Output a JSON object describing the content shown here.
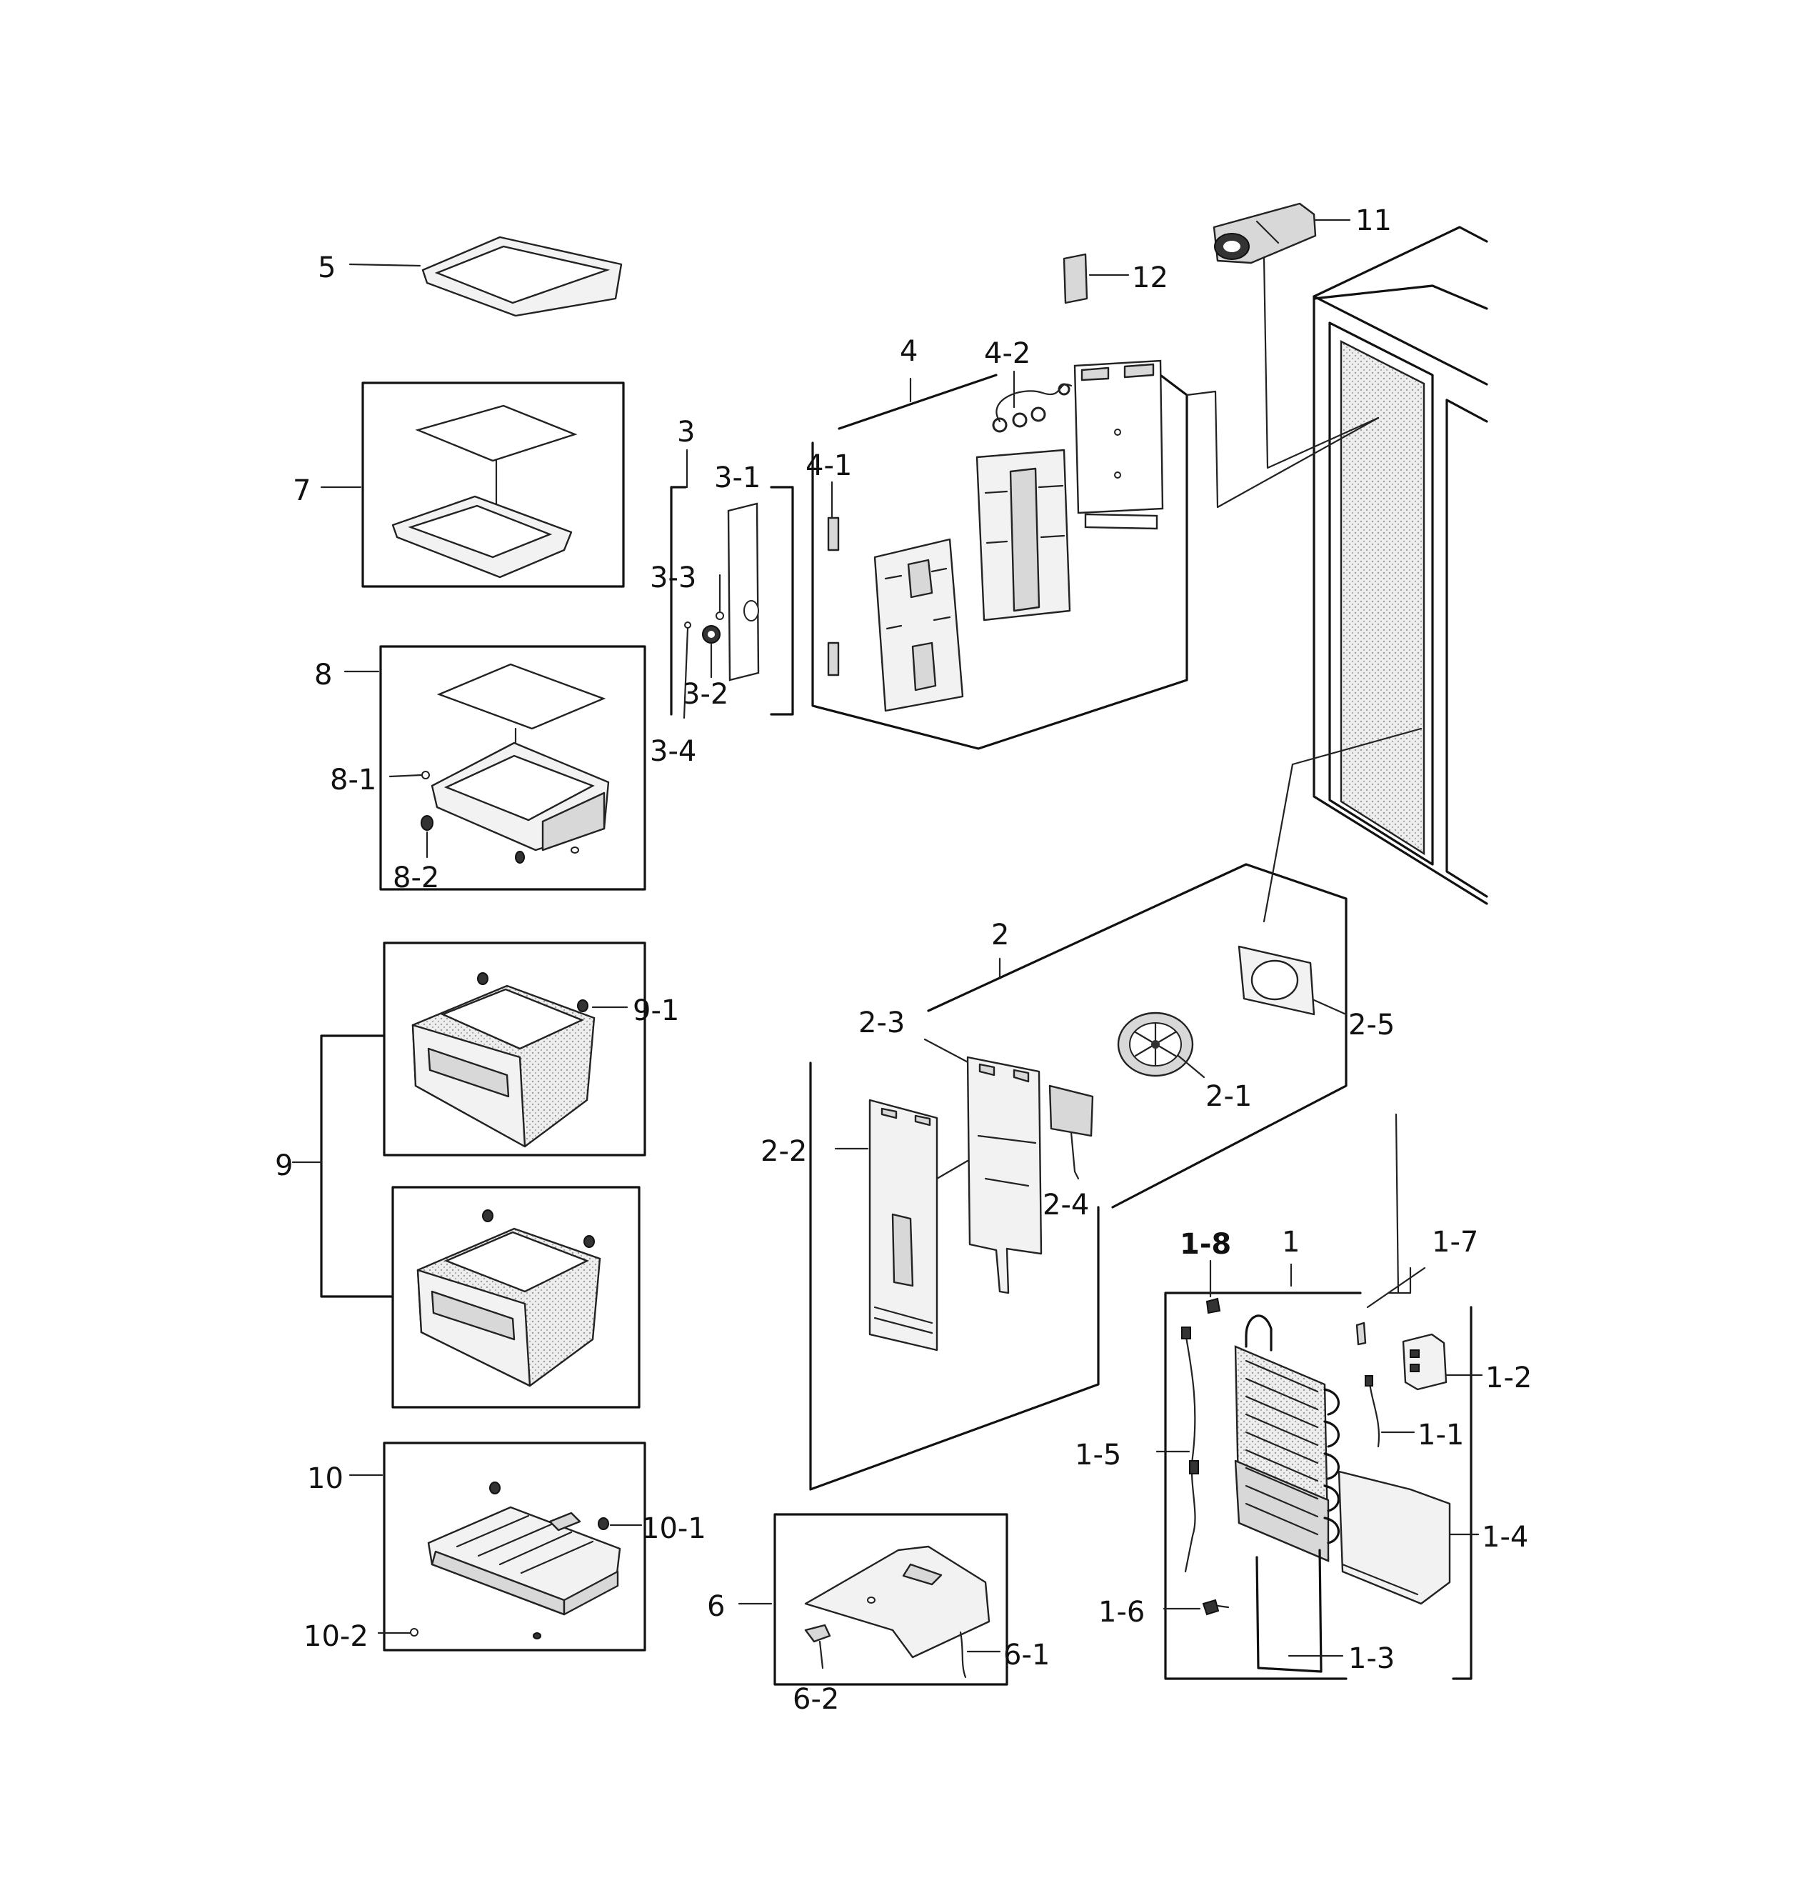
{
  "diagram": {
    "labels": {
      "l1": "1",
      "l1_1": "1-1",
      "l1_2": "1-2",
      "l1_3": "1-3",
      "l1_4": "1-4",
      "l1_5": "1-5",
      "l1_6": "1-6",
      "l1_7": "1-7",
      "l1_8": "1-8",
      "l2": "2",
      "l2_1": "2-1",
      "l2_2": "2-2",
      "l2_3": "2-3",
      "l2_4": "2-4",
      "l2_5": "2-5",
      "l3": "3",
      "l3_1": "3-1",
      "l3_2": "3-2",
      "l3_3": "3-3",
      "l3_4": "3-4",
      "l4": "4",
      "l4_1": "4-1",
      "l4_2": "4-2",
      "l5": "5",
      "l6": "6",
      "l6_1": "6-1",
      "l6_2": "6-2",
      "l7": "7",
      "l8": "8",
      "l8_1": "8-1",
      "l8_2": "8-2",
      "l9": "9",
      "l9_1": "9-1",
      "l10": "10",
      "l10_1": "10-1",
      "l10_2": "10-2",
      "l11": "11",
      "l12": "12"
    }
  }
}
